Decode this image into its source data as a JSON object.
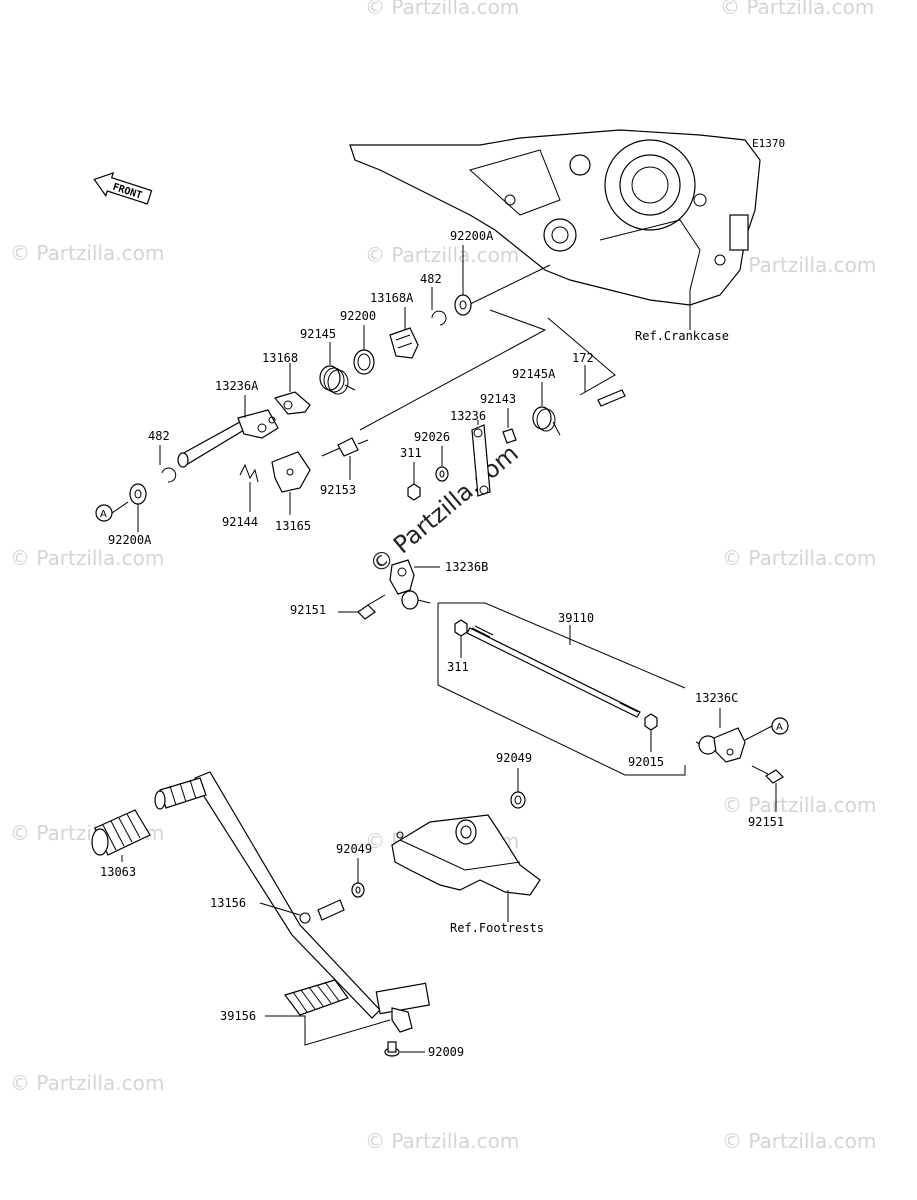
{
  "diagram": {
    "code": "E1370",
    "front_label": "FRONT",
    "ref_labels": {
      "crankcase": "Ref.Crankcase",
      "footrests": "Ref.Footrests"
    },
    "marker_a": "A",
    "watermark": "© Partzilla.com",
    "parts": {
      "p92200A_top": "92200A",
      "p482_top": "482",
      "p13168A": "13168A",
      "p92200": "92200",
      "p92145": "92145",
      "p13168": "13168",
      "p13236A": "13236A",
      "p482_left": "482",
      "p92200A_left": "92200A",
      "p92144": "92144",
      "p13165": "13165",
      "p92153": "92153",
      "p172": "172",
      "p92145A": "92145A",
      "p92143": "92143",
      "p13236": "13236",
      "p92026": "92026",
      "p311_top": "311",
      "p13236B": "13236B",
      "p92151_left": "92151",
      "p39110": "39110",
      "p311_mid": "311",
      "p13236C": "13236C",
      "p92015": "92015",
      "p92151_right": "92151",
      "p92049_top": "92049",
      "p92049_mid": "92049",
      "p13063": "13063",
      "p13156": "13156",
      "p39156": "39156",
      "p92009": "92009"
    }
  }
}
